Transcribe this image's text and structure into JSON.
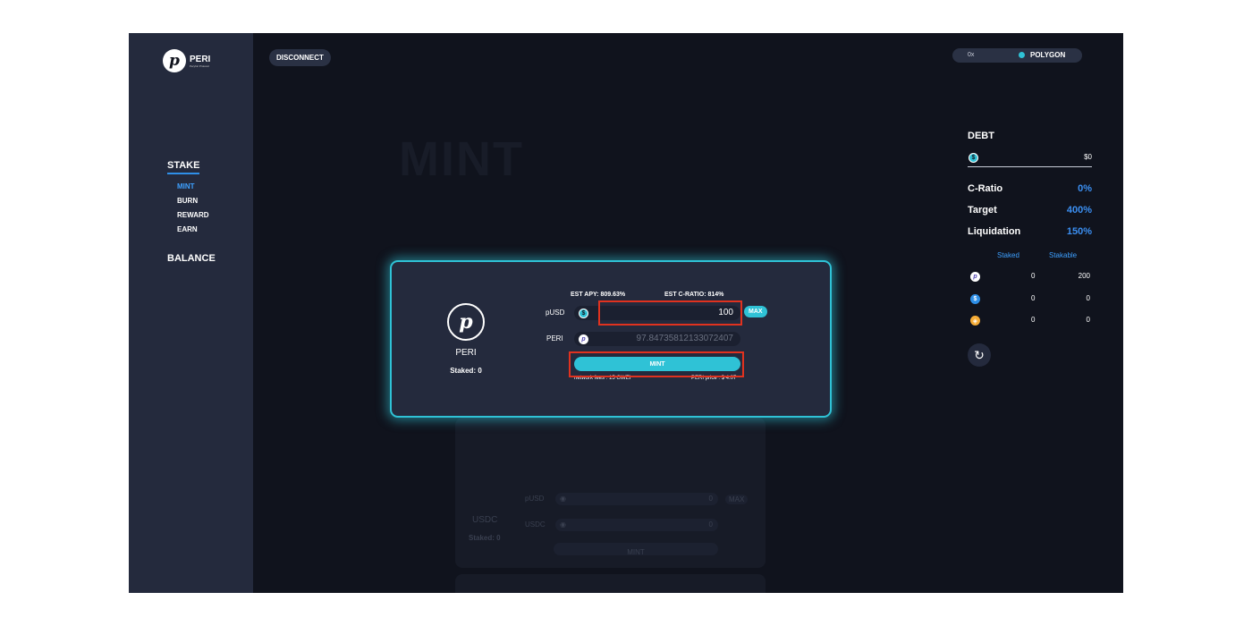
{
  "brand": {
    "name": "PERI",
    "tagline": "Peryhic Protocol",
    "logo_glyph": "p"
  },
  "sidebar": {
    "stake_label": "STAKE",
    "items": [
      {
        "label": "MINT",
        "active": true
      },
      {
        "label": "BURN"
      },
      {
        "label": "REWARD"
      },
      {
        "label": "EARN"
      }
    ],
    "balance_label": "BALANCE"
  },
  "header": {
    "disconnect_label": "DISCONNECT",
    "wallet_address": "0x",
    "network": "POLYGON"
  },
  "page": {
    "title": "MINT"
  },
  "debt": {
    "title": "DEBT",
    "value": "$0",
    "stats": [
      {
        "label": "C-Ratio",
        "value": "0%"
      },
      {
        "label": "Target",
        "value": "400%"
      },
      {
        "label": "Liquidation",
        "value": "150%"
      }
    ],
    "table": {
      "headers": [
        "Staked",
        "Stakable"
      ],
      "rows": [
        {
          "token_icon": "peri-icon",
          "staked": "0",
          "stakable": "200"
        },
        {
          "token_icon": "usdc-icon",
          "staked": "0",
          "stakable": "0"
        },
        {
          "token_icon": "dai-icon",
          "staked": "0",
          "stakable": "0"
        }
      ]
    },
    "refresh_icon": "refresh-icon"
  },
  "mint_card": {
    "token": "PERI",
    "staked": "Staked: 0",
    "est_apy": "EST APY: 809.63%",
    "est_cratio": "EST C-RATIO: 814%",
    "pusd_label": "pUSD",
    "pusd_value": "100",
    "max_label": "MAX",
    "peri_label": "PERI",
    "peri_value": "97.84735812133072407",
    "mint_label": "MINT",
    "network_fees": "network fees : 15 GWEI",
    "peri_price": "PERI price : $ 4.07"
  },
  "usdc_card": {
    "token": "USDC",
    "staked": "Staked: 0",
    "pusd_label": "pUSD",
    "usdc_label": "USDC",
    "pusd_value": "0",
    "usdc_value": "0",
    "max_label": "MAX",
    "mint_label": "MINT"
  },
  "colors": {
    "accent": "#2fc2d6",
    "highlight": "#e0321f",
    "link_blue": "#3b8ff2",
    "background": "#10131d",
    "sidebar": "#242a3d"
  }
}
